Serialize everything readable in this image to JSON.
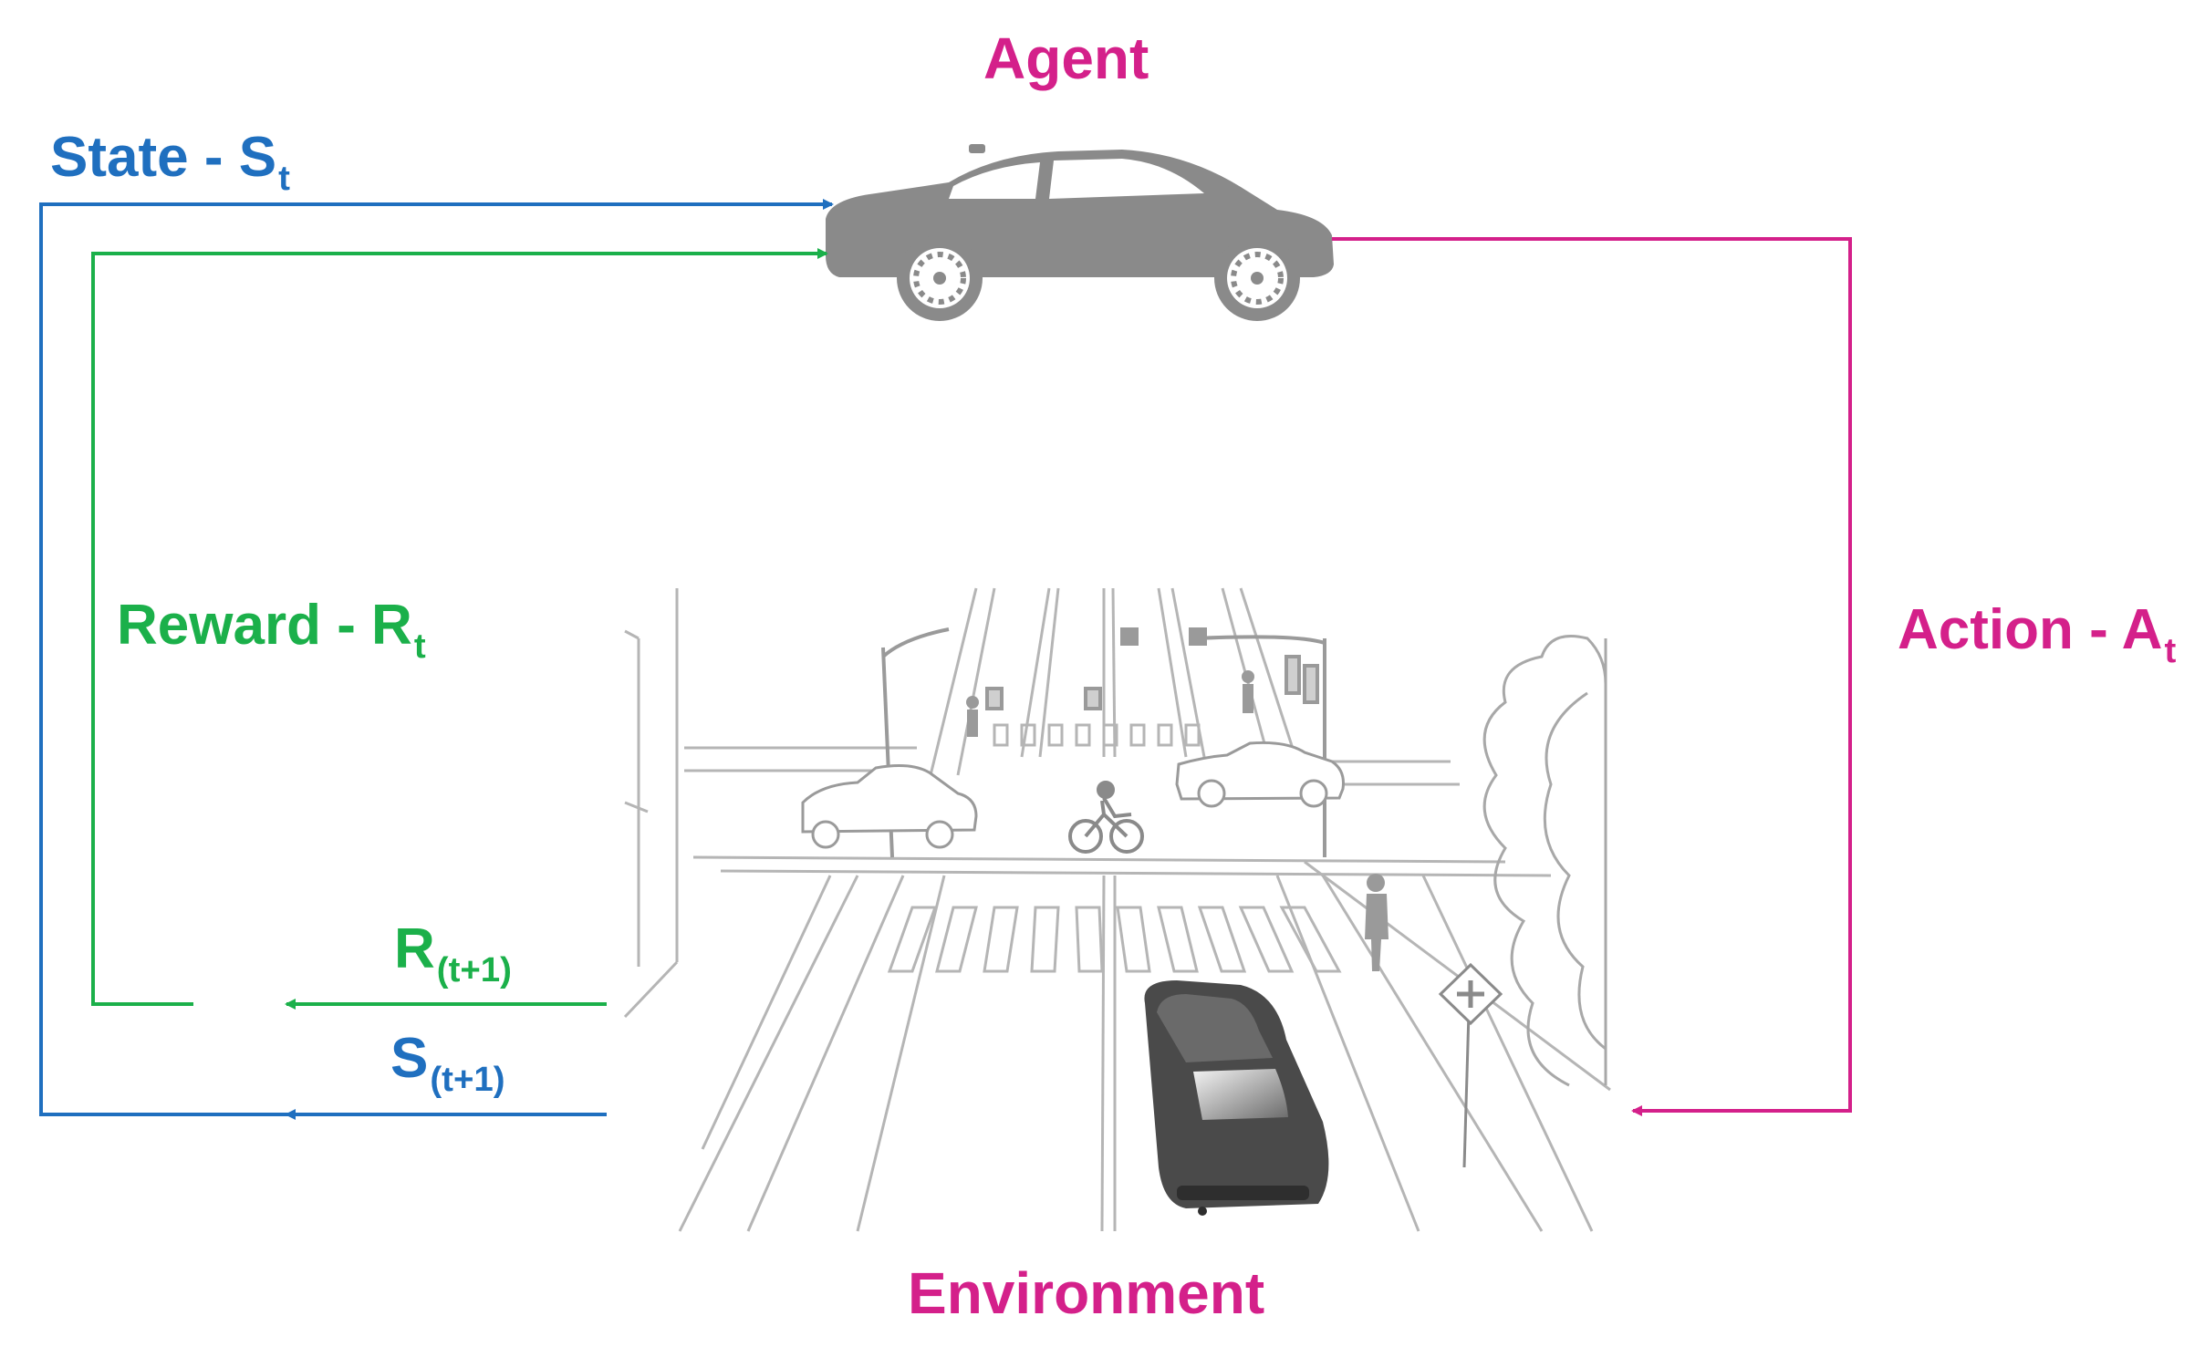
{
  "agent": {
    "title": "Agent"
  },
  "environment": {
    "title": "Environment"
  },
  "state": {
    "main": "State - S",
    "sub": "t"
  },
  "reward": {
    "main": "Reward - R",
    "sub": "t"
  },
  "action": {
    "main": "Action - A",
    "sub": "t"
  },
  "next_reward": {
    "main": "R",
    "sub": "(t+1)"
  },
  "next_state": {
    "main": "S",
    "sub": "(t+1)"
  },
  "colors": {
    "agent_action": "#d4208a",
    "state": "#1f6fbf",
    "reward": "#1bb04a",
    "car": "#8a8a8a",
    "scene_line": "#b5b5b5"
  },
  "icons": [
    "car-icon",
    "road-intersection-scene",
    "cyclist-icon",
    "pedestrian-icon",
    "tree-icon",
    "road-sign-icon",
    "traffic-light-icon"
  ]
}
